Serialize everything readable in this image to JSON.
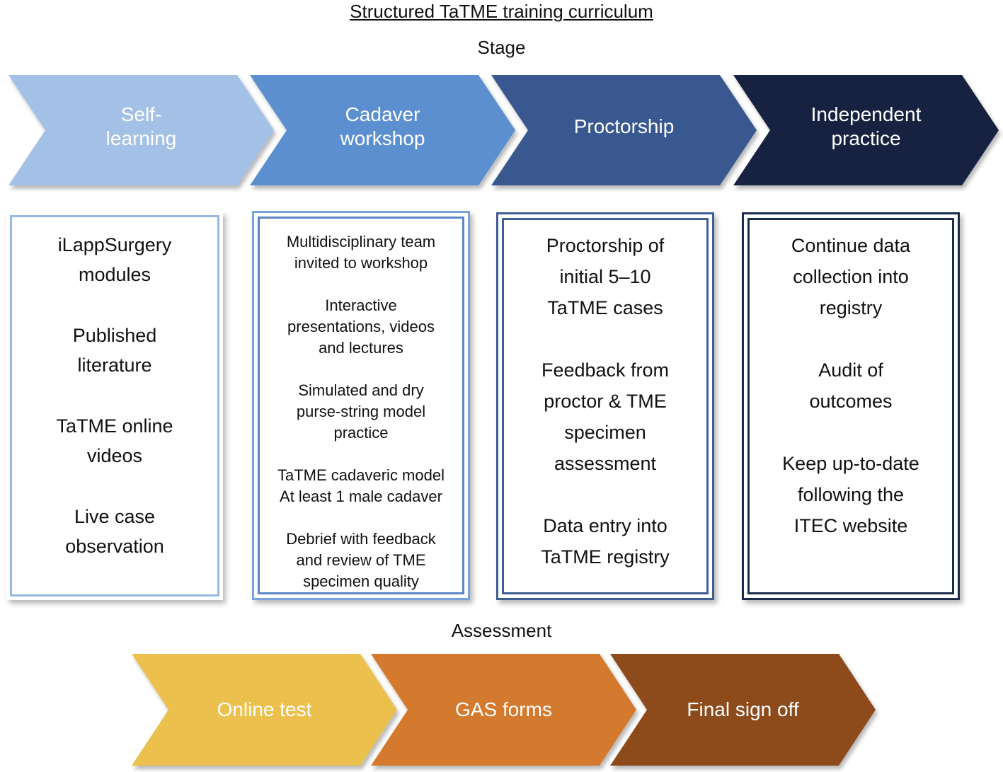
{
  "title": "Structured TaTME training curriculum",
  "stage_label": "Stage",
  "assessment_label": "Assessment",
  "stages": [
    {
      "label_lines": [
        "Self-",
        "learning"
      ],
      "color": "#a3c0e6"
    },
    {
      "label_lines": [
        "Cadaver",
        "workshop"
      ],
      "color": "#5c8fd0"
    },
    {
      "label_lines": [
        "Proctorship"
      ],
      "color": "#39598f"
    },
    {
      "label_lines": [
        "Independent",
        "practice"
      ],
      "color": "#15243f"
    }
  ],
  "cards": [
    {
      "items": [
        [
          "iLappSurgery",
          "modules"
        ],
        [
          "Published",
          "literature"
        ],
        [
          "TaTME online",
          "videos"
        ],
        [
          "Live case",
          "observation"
        ]
      ]
    },
    {
      "items": [
        [
          "Multidisciplinary team",
          "invited to workshop"
        ],
        [
          "Interactive",
          "presentations, videos",
          "and lectures"
        ],
        [
          "Simulated and dry",
          "purse-string model",
          "practice"
        ],
        [
          "TaTME cadaveric model",
          "At least 1 male cadaver"
        ],
        [
          "Debrief with feedback",
          "and review of TME",
          "specimen quality"
        ]
      ]
    },
    {
      "items": [
        [
          "Proctorship of",
          "initial 5–10",
          "TaTME cases"
        ],
        [
          "Feedback from",
          "proctor & TME",
          "specimen",
          "assessment"
        ],
        [
          "Data entry into",
          "TaTME registry"
        ]
      ]
    },
    {
      "items": [
        [
          "Continue data",
          "collection into",
          "registry"
        ],
        [
          "Audit of",
          "outcomes"
        ],
        [
          "Keep up-to-date",
          "following the",
          "ITEC website"
        ]
      ]
    }
  ],
  "assessments": [
    {
      "label": "Online test",
      "color": "#ecc04e"
    },
    {
      "label": "GAS forms",
      "color": "#d47a2e"
    },
    {
      "label": "Final sign off",
      "color": "#8d4c1e"
    }
  ]
}
